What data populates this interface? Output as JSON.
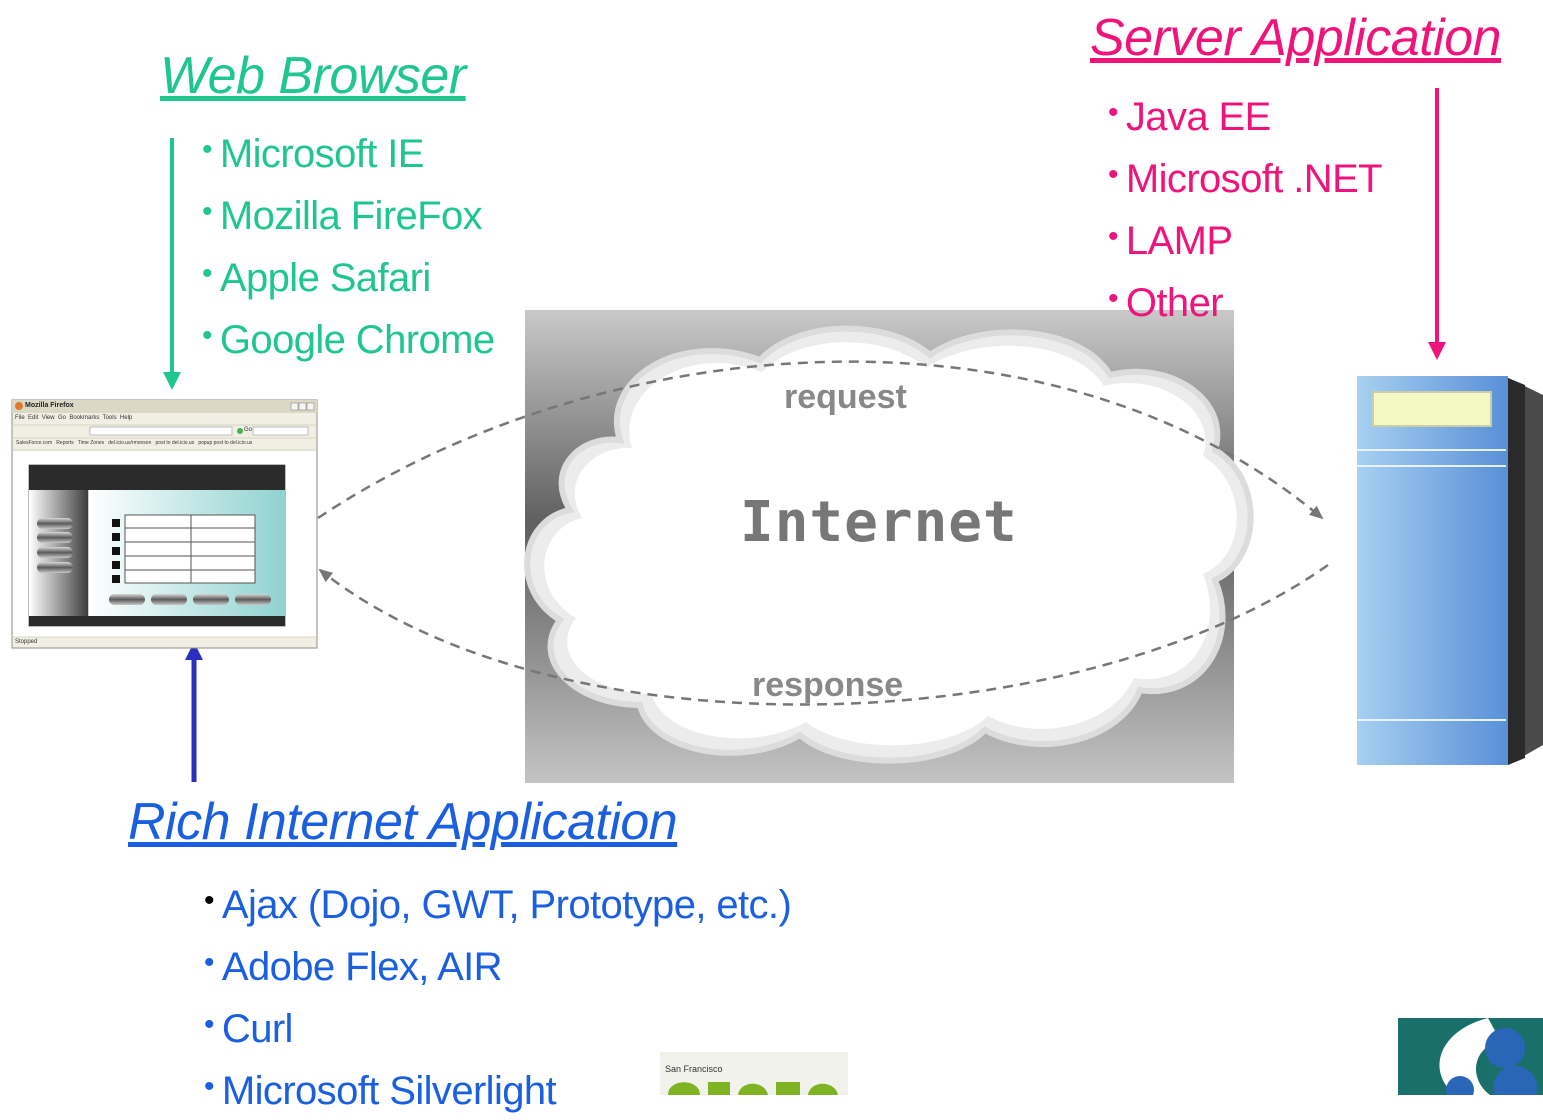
{
  "web_browser": {
    "heading": "Web Browser",
    "items": [
      "Microsoft IE",
      "Mozilla FireFox",
      "Apple Safari",
      "Google Chrome"
    ],
    "color": "#1fc78f"
  },
  "server_application": {
    "heading": "Server Application",
    "items": [
      "Java EE",
      "Microsoft .NET",
      "LAMP",
      "Other"
    ],
    "color": "#f0147a"
  },
  "rich_internet_application": {
    "heading": "Rich Internet Application",
    "items": [
      "Ajax (Dojo, GWT, Prototype, etc.)",
      "Adobe Flex, AIR",
      "Curl",
      "Microsoft Silverlight"
    ],
    "color": "#1a5fe0"
  },
  "internet": {
    "label": "Internet",
    "request_label": "request",
    "response_label": "response"
  },
  "browser_window": {
    "title": "Mozilla Firefox",
    "menu": [
      "File",
      "Edit",
      "View",
      "Go",
      "Bookmarks",
      "Tools",
      "Help"
    ],
    "go_label": "Go",
    "bookmarks": [
      "SalesForce.com",
      "Reports",
      "Time Zones",
      "del.icio.us/rmonson",
      "post to del.icio.us",
      "popup post to del.icio.us"
    ],
    "status": "Stopped"
  },
  "logo_text": "San Francisco",
  "arrow_colors": {
    "browser": "#1fc78f",
    "server": "#f0147a",
    "ria": "#2a2fc0"
  }
}
